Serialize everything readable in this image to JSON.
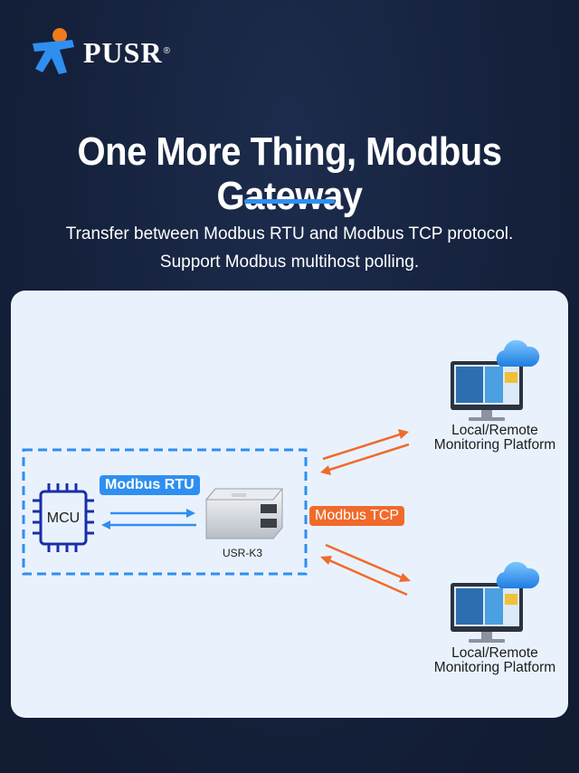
{
  "brand": {
    "name": "PUSR",
    "registered": "®",
    "primary_color": "#2f8ff0",
    "accent_color": "#f06a2c"
  },
  "header": {
    "title": "One More Thing, Modbus Gateway",
    "subtitle_line1": "Transfer between Modbus RTU and Modbus TCP protocol.",
    "subtitle_line2": "Support Modbus multihost polling."
  },
  "diagram": {
    "mcu_label": "MCU",
    "rtu_label": "Modbus RTU",
    "device_label": "USR-K3",
    "tcp_label": "Modbus TCP",
    "platform_top": {
      "line1": "Local/Remote",
      "line2": "Monitoring Platform",
      "icon": "cloud-monitor-icon"
    },
    "platform_bottom": {
      "line1": "Local/Remote",
      "line2": "Monitoring Platform",
      "icon": "cloud-monitor-icon"
    }
  }
}
